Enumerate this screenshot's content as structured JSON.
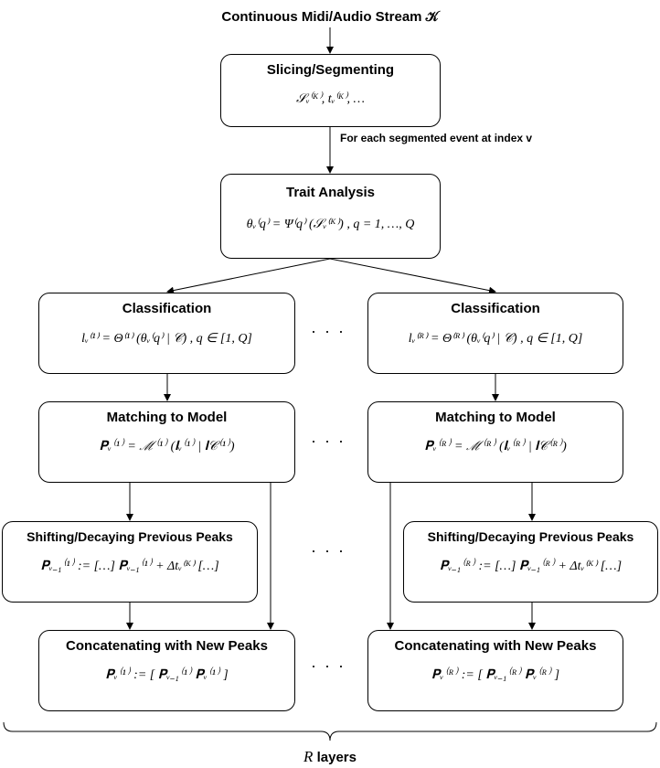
{
  "header": {
    "title": "Continuous Midi/Audio Stream 𝒦"
  },
  "slicing": {
    "title": "Slicing/Segmenting",
    "formula": "𝒮ᵥ⁽ᴷ⁾, tᵥ⁽ᴷ⁾, …"
  },
  "segment_note": "For each segmented event at index v",
  "trait": {
    "title": "Trait Analysis",
    "formula": "θᵥ⁽q⁾ = Ψ⁽q⁾ (𝒮ᵥ⁽ᴷ⁾) , q = 1, …, Q"
  },
  "left": {
    "classification": {
      "title": "Classification",
      "formula": "lᵥ⁽¹⁾ = Θ⁽¹⁾ (θᵥ⁽q⁾ | 𝒞) , q ∈ [1, Q]"
    },
    "matching": {
      "title": "Matching to Model",
      "formula": "𝐏ᵥ⁽¹⁾ = ℳ⁽¹⁾ (𝐥ᵥ⁽¹⁾ | 𝐥𝒞⁽¹⁾)"
    },
    "shifting": {
      "title": "Shifting/Decaying Previous Peaks",
      "formula": "𝐏ᵥ₋₁⁽¹⁾ := […] 𝐏ᵥ₋₁⁽¹⁾ + Δtᵥ⁽ᴷ⁾ […]"
    },
    "concat": {
      "title": "Concatenating with New Peaks",
      "formula": "𝐏ᵥ⁽¹⁾ := [ 𝐏ᵥ₋₁⁽¹⁾   𝐏ᵥ⁽¹⁾ ]"
    }
  },
  "right": {
    "classification": {
      "title": "Classification",
      "formula": "lᵥ⁽ᴿ⁾ = Θ⁽ᴿ⁾ (θᵥ⁽q⁾ | 𝒞) , q ∈ [1, Q]"
    },
    "matching": {
      "title": "Matching to Model",
      "formula": "𝐏ᵥ⁽ᴿ⁾ = ℳ⁽ᴿ⁾ (𝐥ᵥ⁽ᴿ⁾ | 𝐥𝒞⁽ᴿ⁾)"
    },
    "shifting": {
      "title": "Shifting/Decaying Previous Peaks",
      "formula": "𝐏ᵥ₋₁⁽ᴿ⁾ := […] 𝐏ᵥ₋₁⁽ᴿ⁾ + Δtᵥ⁽ᴷ⁾ […]"
    },
    "concat": {
      "title": "Concatenating with New Peaks",
      "formula": "𝐏ᵥ⁽ᴿ⁾ := [ 𝐏ᵥ₋₁⁽ᴿ⁾   𝐏ᵥ⁽ᴿ⁾ ]"
    }
  },
  "ellipsis": "· · ·",
  "footer": {
    "layers_var": "R",
    "layers_word": "layers"
  }
}
